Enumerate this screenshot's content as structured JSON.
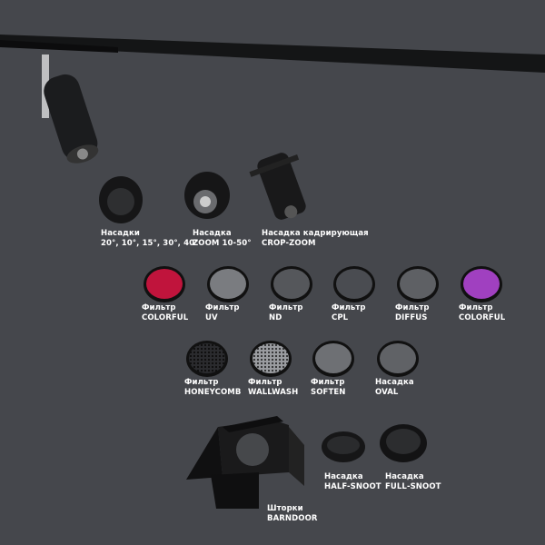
{
  "background_color": "#45474c",
  "track_light": {
    "icon": "track-spotlight"
  },
  "nozzles": [
    {
      "line1": "Насадки",
      "line2": "20°, 10°, 15°, 30°, 40°"
    },
    {
      "line1": "Насадка",
      "line2": "ZOOM 10-50°"
    },
    {
      "line1": "Насадка кадрирующая",
      "line2": "CROP-ZOOM"
    }
  ],
  "filters_row1": [
    {
      "line1": "Фильтр",
      "line2": "COLORFUL",
      "color": "#c0143c"
    },
    {
      "line1": "Фильтр",
      "line2": "UV",
      "color": "#7a7c80"
    },
    {
      "line1": "Фильтр",
      "line2": "ND",
      "color": "#55575b"
    },
    {
      "line1": "Фильтр",
      "line2": "CPL",
      "color": "#4a4c51"
    },
    {
      "line1": "Фильтр",
      "line2": "DIFFUS",
      "color": "#5e6064"
    },
    {
      "line1": "Фильтр",
      "line2": "COLORFUL",
      "color": "#a040c0"
    }
  ],
  "filters_row2": [
    {
      "line1": "Фильтр",
      "line2": "HONEYCOMB",
      "color": "#2a2b2e"
    },
    {
      "line1": "Фильтр",
      "line2": "WALLWASH",
      "color": "#9a9ca0"
    },
    {
      "line1": "Фильтр",
      "line2": "SOFTEN",
      "color": "#6e7074"
    },
    {
      "line1": "Насадка",
      "line2": "OVAL",
      "color": "#606266"
    }
  ],
  "barndoor": {
    "line1": "Шторки",
    "line2": "BARNDOOR"
  },
  "snoots": [
    {
      "line1": "Насадка",
      "line2": "HALF-SNOOT"
    },
    {
      "line1": "Насадка",
      "line2": "FULL-SNOOT"
    }
  ]
}
